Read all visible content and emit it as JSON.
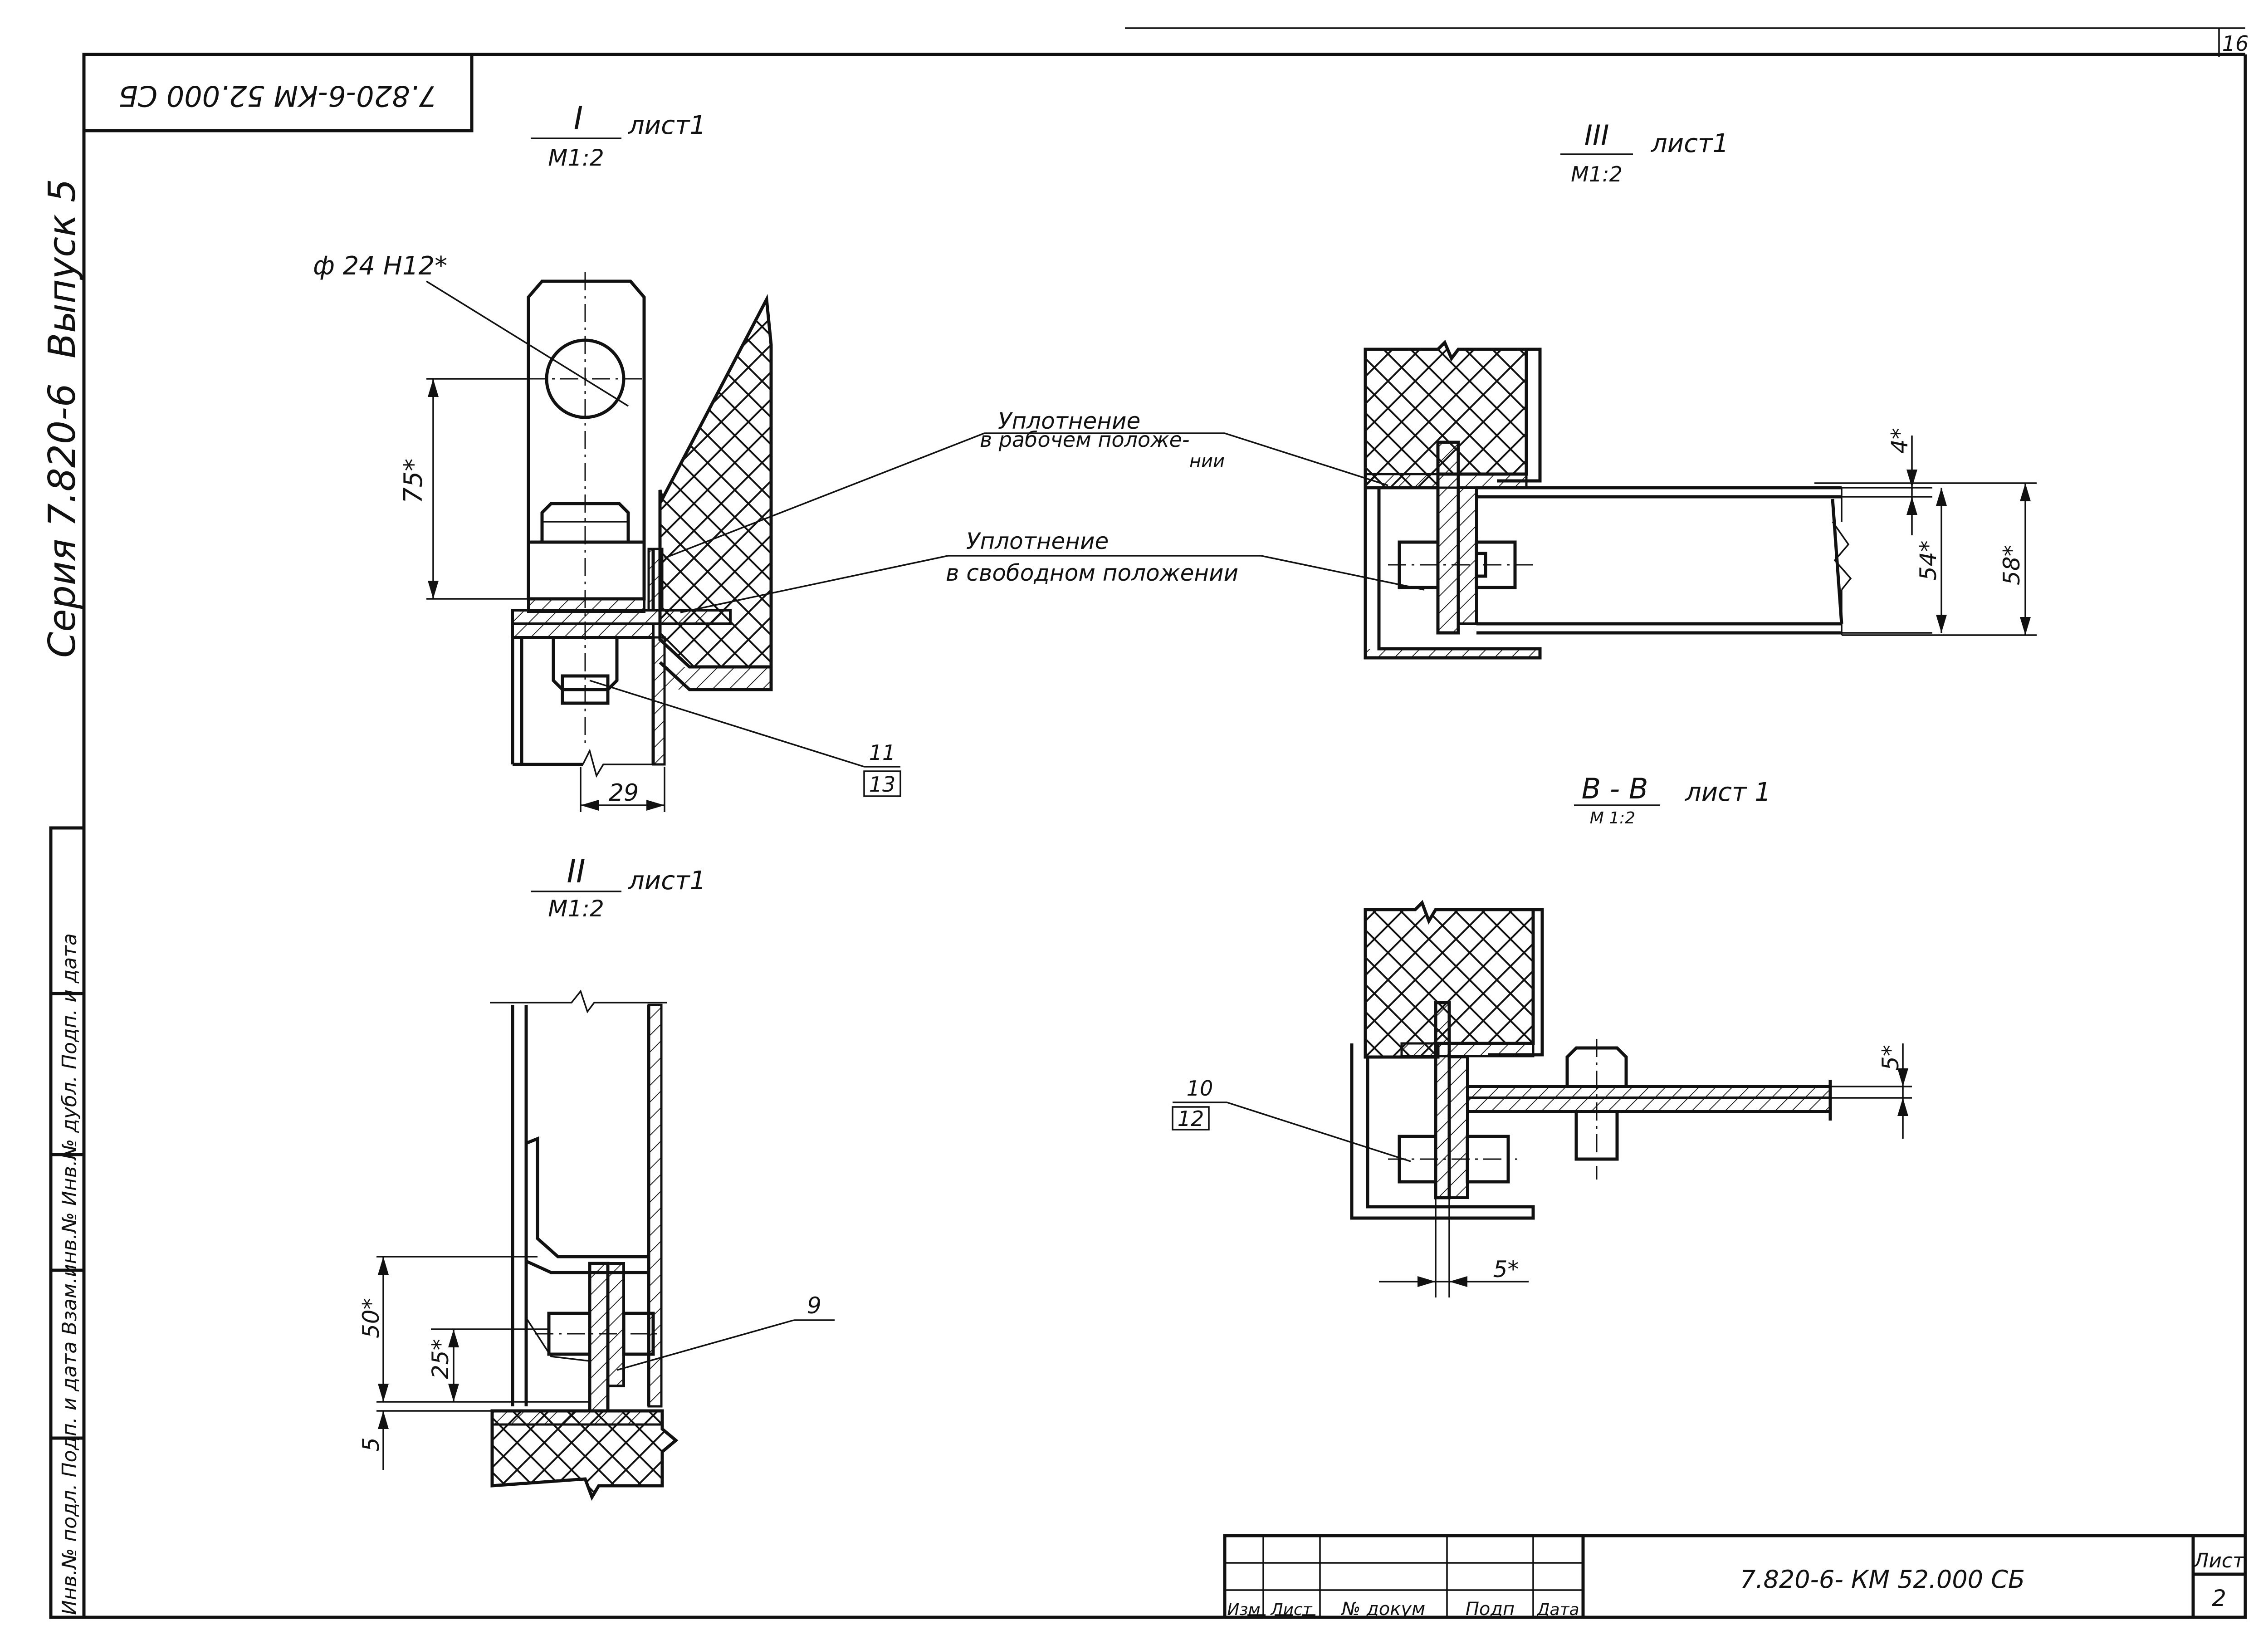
{
  "sheet": {
    "top_code_rotated": "7.820-6-КМ 52.000 СБ",
    "corner_number": "16",
    "series_label": "Серия  7.820-6",
    "issue_label": "Выпуск 5",
    "stamp_rotated": "Инв.№ подл.  Подп. и дата  Взам.инв.№  Инв.№ дубл.  Подп. и дата"
  },
  "views": {
    "view1": {
      "title": "I",
      "scale": "М1:2",
      "sheet_ref": "лист1",
      "dim_hole": "ф 24 Н12*",
      "dim_75": "75*",
      "dim_29": "29",
      "callout_top": "11",
      "callout_bottom": "13"
    },
    "view2": {
      "title": "II",
      "scale": "М1:2",
      "sheet_ref": "лист1",
      "dim_50": "50*",
      "dim_25": "25*",
      "dim_5": "5",
      "callout": "9"
    },
    "view3": {
      "title": "III",
      "scale": "М1:2",
      "sheet_ref": "лист1",
      "dim_4": "4*",
      "dim_54": "54*",
      "dim_58": "58*"
    },
    "view4": {
      "title": "В - В",
      "scale": "М 1:2",
      "sheet_ref": "лист 1",
      "callout_top": "10",
      "callout_bottom": "12",
      "dim_5_right": "5*",
      "dim_5_bottom": "5*"
    }
  },
  "notes": {
    "seal_working_line1": "Уплотнение",
    "seal_working_line2": "в рабочем положе-",
    "seal_working_line3": "нии",
    "seal_free_line1": "Уплотнение",
    "seal_free_line2": "в свободном положении"
  },
  "title_block": {
    "headers": [
      "Изм",
      "Лист",
      "№ докум",
      "Подп",
      "Дата"
    ],
    "doc_code": "7.820-6- КМ 52.000 СБ",
    "sheet_label": "Лист",
    "sheet_number": "2"
  }
}
